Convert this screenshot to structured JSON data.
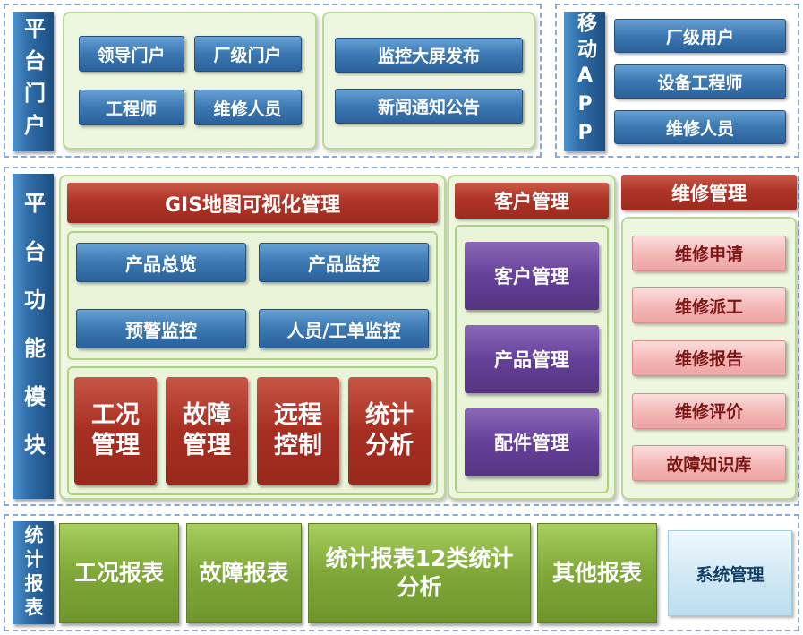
{
  "colors": {
    "accent_blue": "#2c619a",
    "header_red": "#9c2b1f",
    "purple": "#64409a",
    "pink": "#f3b3b3",
    "report_green": "#7fa839",
    "system_sky": "#cde7f4",
    "panel_green": "#edf6df",
    "dashed_border": "#8ea9d2"
  },
  "portal": {
    "label": "平台门户",
    "group1": [
      "领导门户",
      "厂级门户",
      "工程师",
      "维修人员"
    ],
    "group2": [
      "监控大屏发布",
      "新闻通知公告"
    ]
  },
  "mobile": {
    "label": "移动APP",
    "items": [
      "厂级用户",
      "设备工程师",
      "维修人员"
    ]
  },
  "modules": {
    "label": "平台功能模块",
    "gis": {
      "header": "GIS地图可视化管理",
      "monitor_items": [
        "产品总览",
        "产品监控",
        "预警监控",
        "人员/工单监控"
      ],
      "core_items": [
        "工况管理",
        "故障管理",
        "远程控制",
        "统计分析"
      ]
    },
    "customer": {
      "header": "客户管理",
      "items": [
        "客户管理",
        "产品管理",
        "配件管理"
      ]
    },
    "repair": {
      "header": "维修管理",
      "items": [
        "维修申请",
        "维修派工",
        "维修报告",
        "维修评价",
        "故障知识库"
      ]
    }
  },
  "reports": {
    "label": "统计报表",
    "items": [
      "工况报表",
      "故障报表",
      "统计报表12类统计分析",
      "其他报表"
    ],
    "system": "系统管理"
  }
}
